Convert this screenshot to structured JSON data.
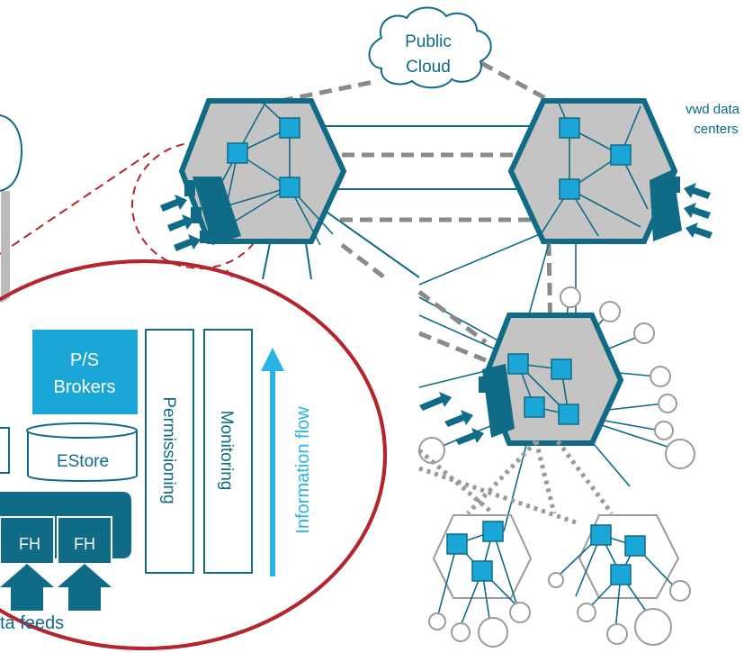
{
  "labels": {
    "public_cloud_line1": "Public",
    "public_cloud_line2": "Cloud",
    "data_centers_line1": "vwd data",
    "data_centers_line2": "centers",
    "ps_brokers_line1": "P/S",
    "ps_brokers_line2": "Brokers",
    "estore": "EStore",
    "permissioning": "Permissioning",
    "monitoring": "Monitoring",
    "information_flow": "Information flow",
    "fh_1": "FH",
    "fh_2": "FH",
    "data_feeds": "ta feeds"
  },
  "colors": {
    "teal_dark": "#0f6b86",
    "cyan_node": "#1aa7d8",
    "cyan_arrow": "#29b4e3",
    "hex_fill": "#c4c4c4",
    "dashed_gray": "#8a8a8a",
    "dotted_gray": "#9a9a9a",
    "red_outline": "#b3262d",
    "thin_gray": "#9b9b9b"
  },
  "icons": {
    "cloud": "cloud-icon",
    "arrow": "arrow-icon",
    "hexagon": "hexagon-icon"
  }
}
